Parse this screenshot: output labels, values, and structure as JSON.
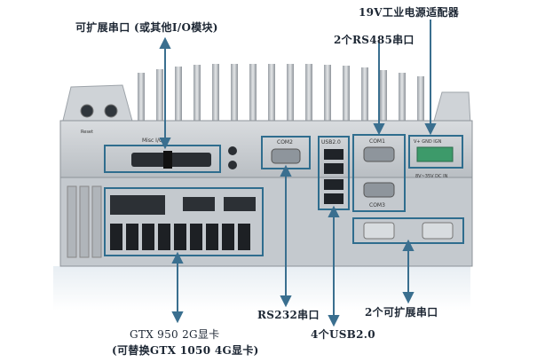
{
  "callouts": {
    "expansion_top": "可扩展串口 (或其他I/O模块)",
    "power_adapter": "19V工业电源适配器",
    "rs485": "2个RS485串口",
    "rs232": "RS232串口",
    "usb": "4个USB2.0",
    "expansion_bottom": "2个可扩展串口",
    "gpu_line1": "GTX 950 2G显卡",
    "gpu_line2": "(可替换GTX 1050 4G显卡)"
  },
  "panel_labels": {
    "com2": "COM2",
    "usb20": "USB2.0",
    "com1": "COM1",
    "com3": "COM3",
    "power_pins": "V+ GND IGN",
    "power_range": "8V~35V DC IN",
    "misc_io": "Misc I/O",
    "reset": "Reset"
  },
  "colors": {
    "accent_box": "#2f6d8e",
    "callout_line": "#3a6f8f",
    "chassis": "#c9cdd1",
    "terminal": "#3d9a6a"
  }
}
